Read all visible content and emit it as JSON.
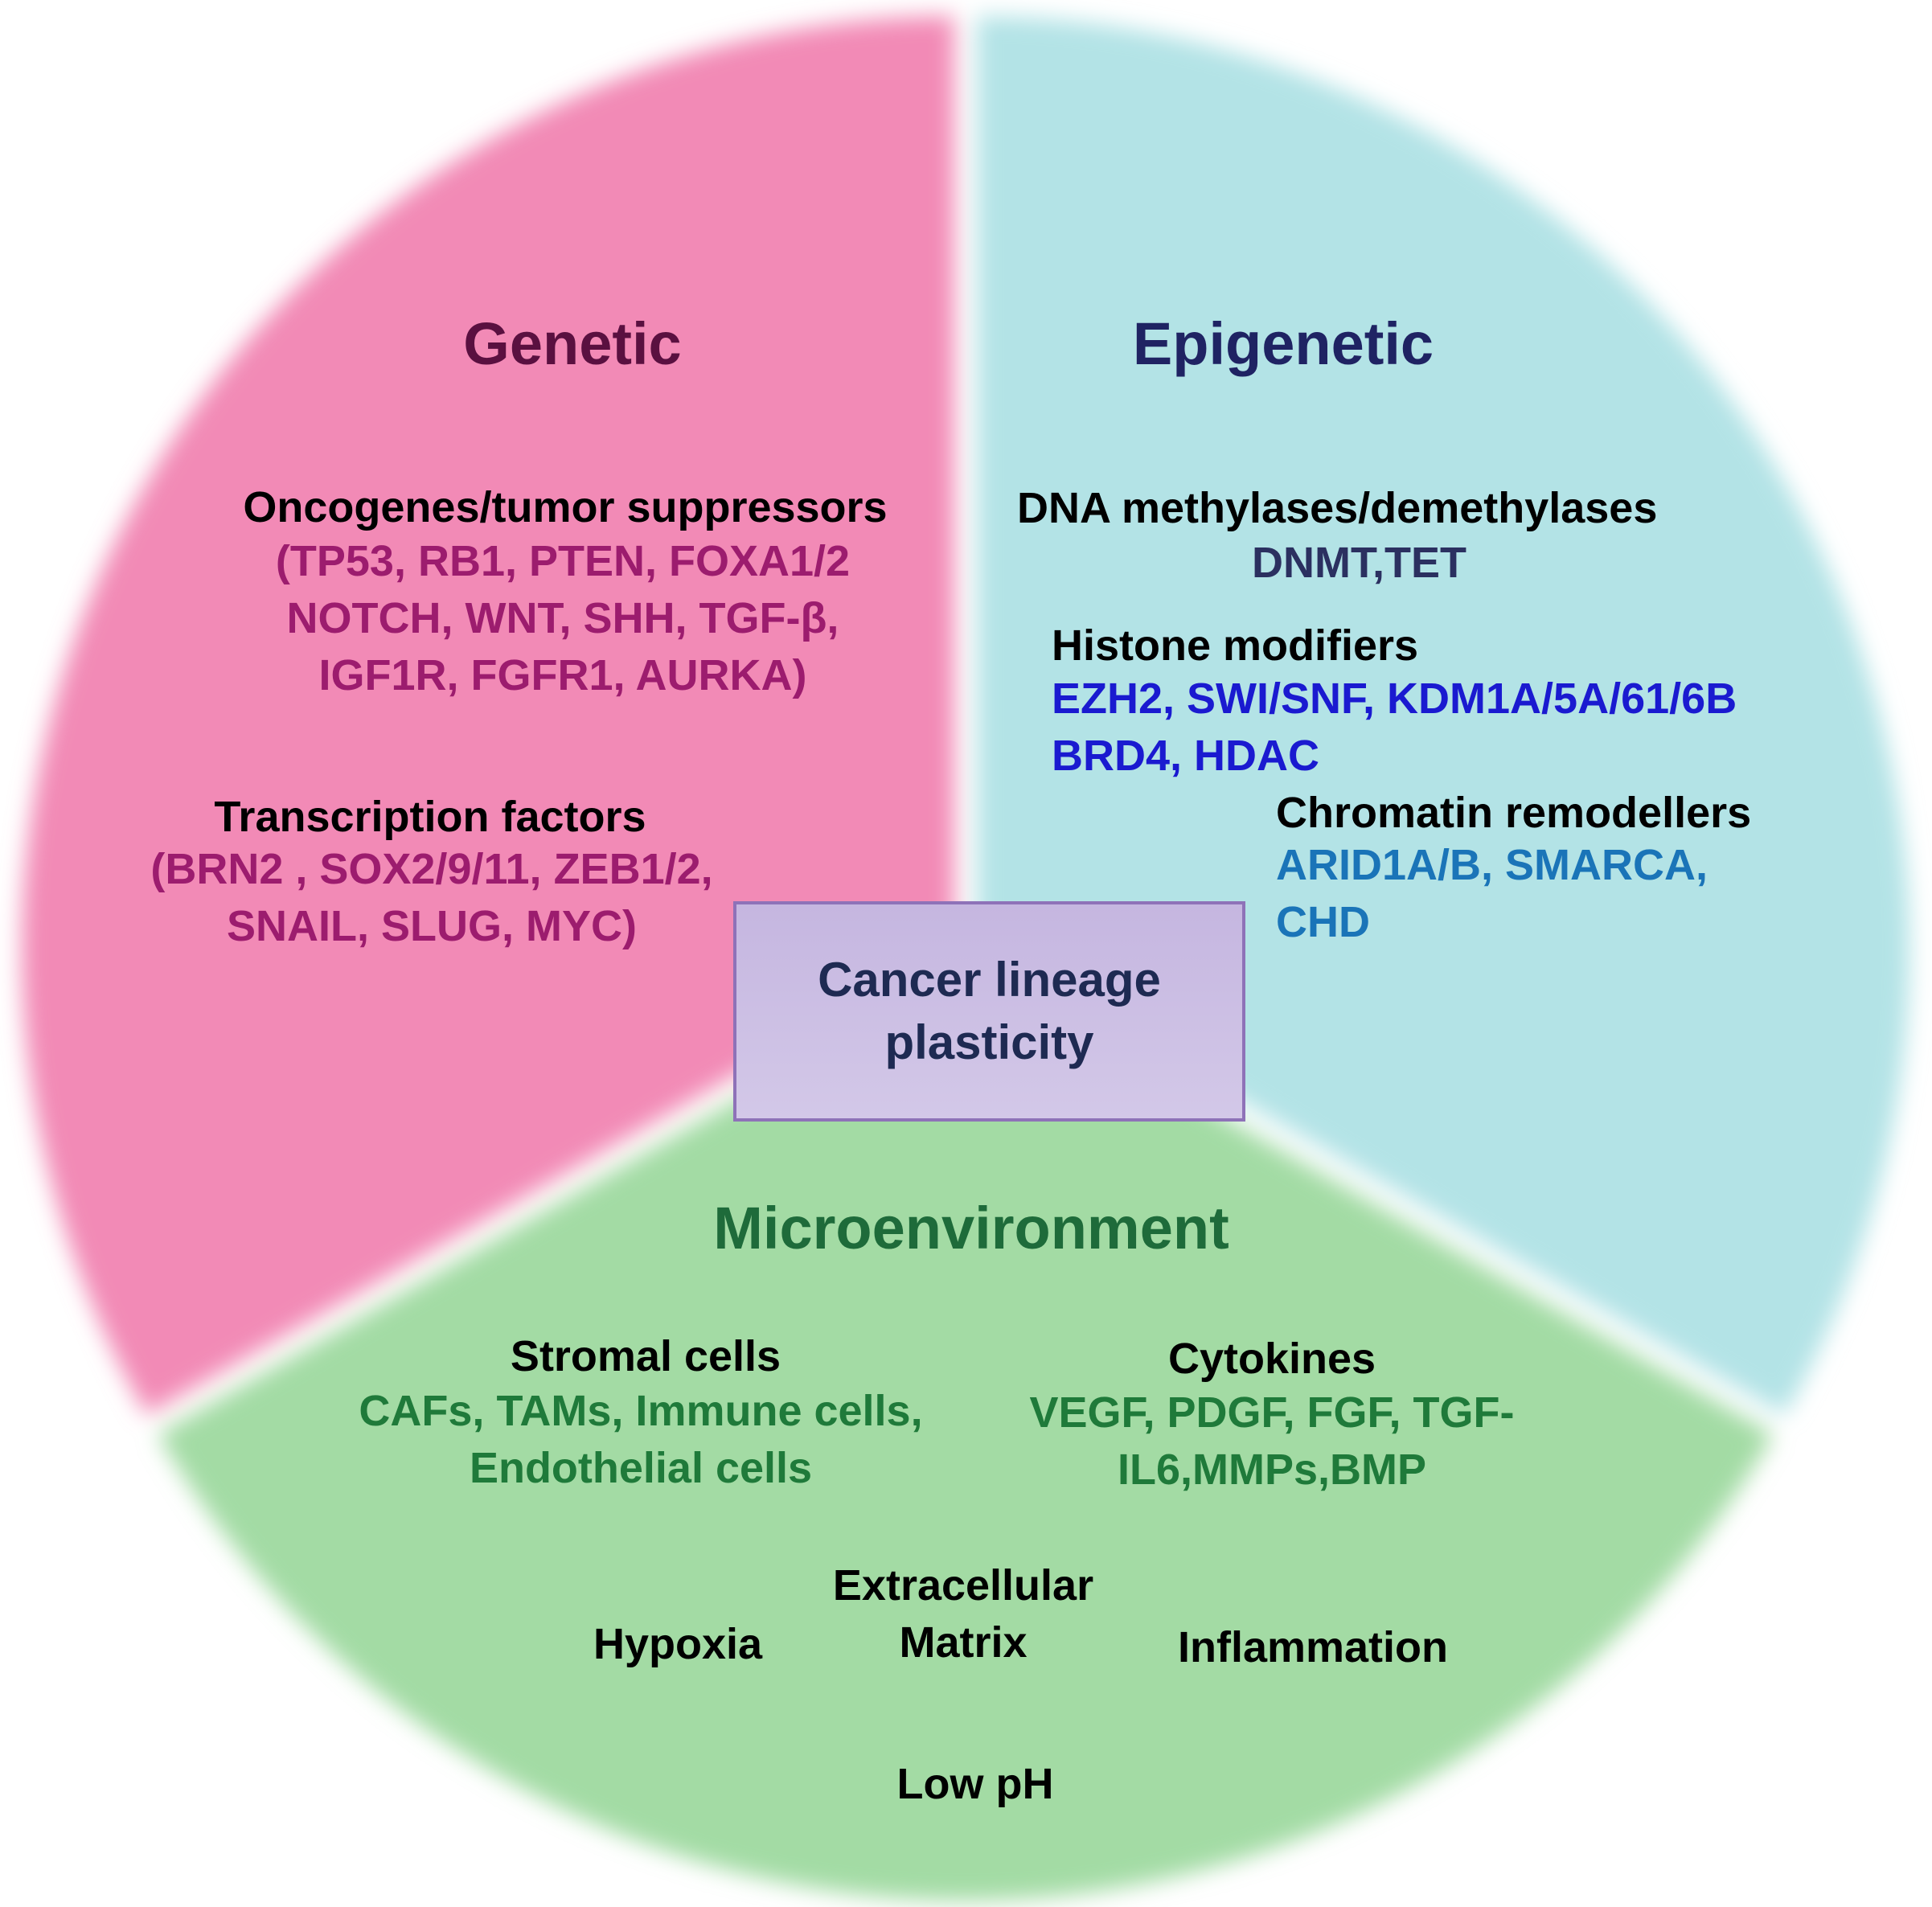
{
  "colors": {
    "genetic_fill": "#f28ab6",
    "epigenetic_fill": "#b3e3e6",
    "microenvironment_fill": "#a3dba4",
    "genetic_title": "#5a1040",
    "genetic_items": "#9c1c6e",
    "epigenetic_title": "#1f2363",
    "epigenetic_dna_items": "#2b3060",
    "epigenetic_histone_items": "#1a1ad0",
    "epigenetic_chromatin_items": "#1a74b8",
    "micro_title": "#1e6b3a",
    "micro_items": "#1f7a3a",
    "center_border": "#8e72b8",
    "center_text": "#1e2a52"
  },
  "genetic": {
    "title": "Genetic",
    "oncogenes": {
      "heading": "Oncogenes/tumor suppressors",
      "lines": [
        "(TP53, RB1, PTEN, FOXA1/2",
        "NOTCH, WNT, SHH, TGF-β,",
        "IGF1R, FGFR1, AURKA)"
      ]
    },
    "transcription": {
      "heading": "Transcription factors",
      "lines": [
        "(BRN2 , SOX2/9/11, ZEB1/2,",
        "SNAIL, SLUG, MYC)"
      ]
    }
  },
  "epigenetic": {
    "title": "Epigenetic",
    "dna": {
      "heading": "DNA methylases/demethylases",
      "lines": [
        "DNMT,TET"
      ]
    },
    "histone": {
      "heading": "Histone modifiers",
      "lines": [
        "EZH2, SWI/SNF, KDM1A/5A/61/6B",
        "BRD4, HDAC"
      ]
    },
    "chromatin": {
      "heading": "Chromatin remodellers",
      "lines": [
        "ARID1A/B, SMARCA,",
        "CHD"
      ]
    }
  },
  "microenvironment": {
    "title": "Microenvironment",
    "stromal": {
      "heading": "Stromal cells",
      "lines": [
        "CAFs, TAMs, Immune cells,",
        "Endothelial cells"
      ]
    },
    "cytokines": {
      "heading": "Cytokines",
      "lines": [
        "VEGF, PDGF, FGF, TGF-",
        "IL6,MMPs,BMP"
      ]
    },
    "factors": {
      "hypoxia": "Hypoxia",
      "ecm": [
        "Extracellular",
        "Matrix"
      ],
      "inflammation": "Inflammation",
      "low_ph": "Low pH"
    }
  },
  "center": {
    "lines": [
      "Cancer lineage",
      "plasticity"
    ]
  }
}
